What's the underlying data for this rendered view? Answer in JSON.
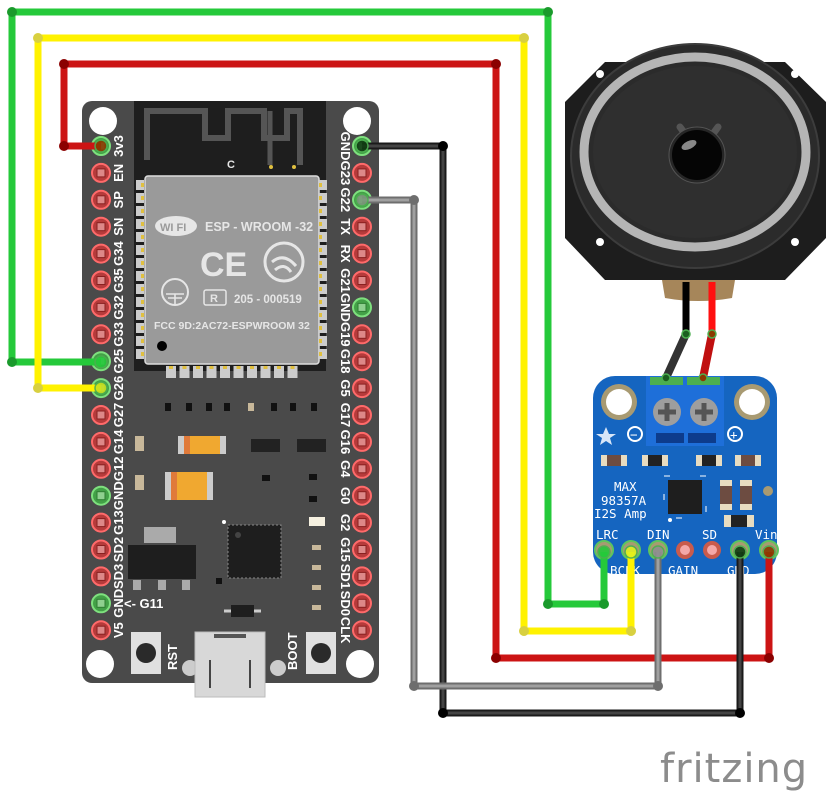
{
  "diagram": {
    "type": "fritzing-breadboard",
    "watermark": "fritzing"
  },
  "esp32": {
    "module_label": "ESP - WROOM -32",
    "wifi_badge": "WI FI",
    "ce_mark": "CE",
    "r_mark": "R",
    "cert_number": "205 - 000519",
    "fcc_line": "FCC  9D:2AC72-ESPWROOM 32",
    "antenna_label": "C",
    "left_pins": [
      "3v3",
      "EN",
      "SP",
      "SN",
      "G34",
      "G35",
      "G32",
      "G33",
      "G25",
      "G26",
      "G27",
      "G14",
      "G12",
      "GND",
      "G13",
      "SD2",
      "SD3",
      "GND",
      "V5"
    ],
    "right_pins": [
      "GND",
      "G23",
      "G22",
      "TX",
      "RX",
      "G21",
      "GND",
      "G19",
      "G18",
      "G5",
      "G17",
      "G16",
      "G4",
      "G0",
      "G2",
      "G15",
      "SD1",
      "SD0",
      "CLK"
    ],
    "g11_note": "<- G11",
    "rst_label": "RST",
    "boot_label": "BOOT"
  },
  "amplifier": {
    "chip_line1": "MAX",
    "chip_line2": "98357A",
    "chip_line3": "I2S Amp",
    "minus_sign": "−",
    "plus_sign": "+",
    "top_pin_labels": [
      "LRC",
      "DIN",
      "SD",
      "Vin"
    ],
    "bottom_pin_labels": [
      "BCLK",
      "GAIN",
      "GND"
    ]
  },
  "speaker": {
    "name": "speaker"
  },
  "wire_colors": {
    "green": "#25c93a",
    "yellow": "#fff200",
    "red": "#cc1414",
    "black": "#1a1a1a",
    "gray": "#8f8f8f"
  },
  "connections": [
    {
      "wire": "green",
      "from": "G25",
      "to": "LRC"
    },
    {
      "wire": "yellow",
      "from": "G26",
      "to": "BCLK"
    },
    {
      "wire": "red",
      "from": "3v3",
      "to": "Vin"
    },
    {
      "wire": "black",
      "from": "GND",
      "to": "GND"
    },
    {
      "wire": "gray",
      "from": "G22",
      "to": "DIN"
    }
  ]
}
